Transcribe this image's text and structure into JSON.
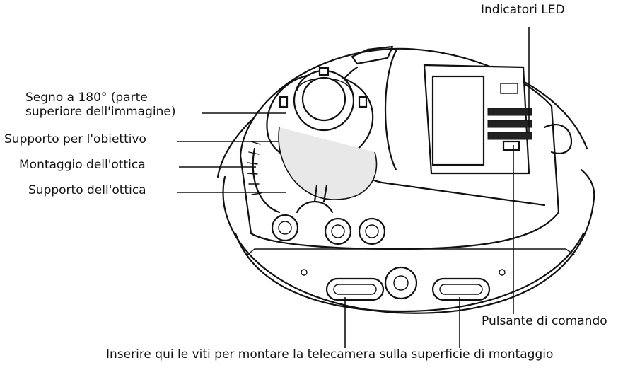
{
  "labels": {
    "led_indicators": "Indicatori LED",
    "mark_180_line1": "Segno a 180° (parte",
    "mark_180_line2": "superiore dell'immagine)",
    "lens_holder": "Supporto per l'obiettivo",
    "optics_mount": "Montaggio dell'ottica",
    "optics_support": "Supporto dell'ottica",
    "control_button": "Pulsante di comando",
    "screws_note": "Inserire qui le viti per montare la telecamera sulla superficie di montaggio"
  }
}
